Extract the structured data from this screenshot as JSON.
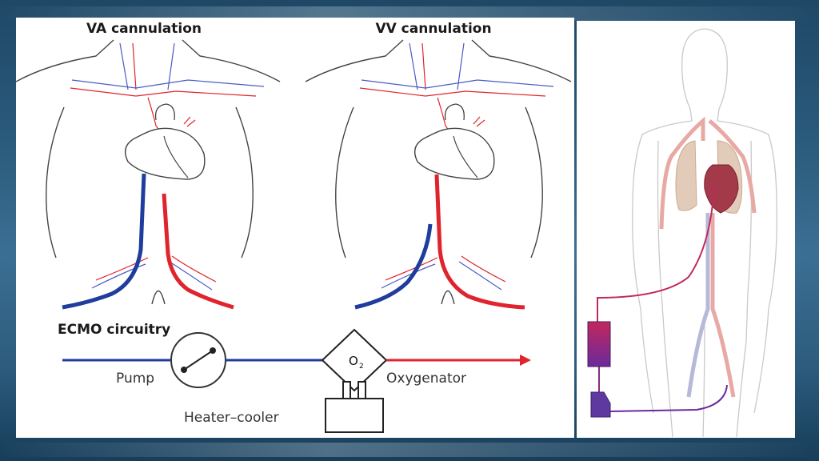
{
  "va": {
    "title": "VA cannulation"
  },
  "vv": {
    "title": "VV cannulation"
  },
  "circuit": {
    "title": "ECMO circuitry",
    "pump_label": "Pump",
    "oxygenator_label": "Oxygenator",
    "heater_label": "Heater–cooler",
    "o2_symbol": "O",
    "o2_subscript": "2"
  },
  "colors": {
    "venous": "#1f3d9c",
    "arterial": "#e0242e",
    "outline": "#444444"
  }
}
